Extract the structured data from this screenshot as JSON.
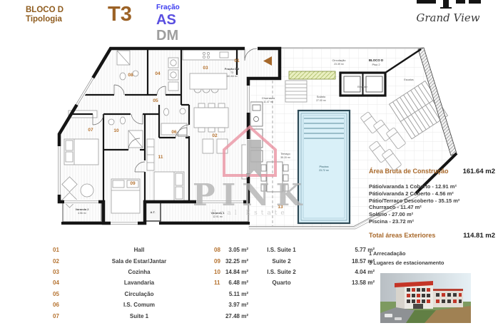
{
  "header": {
    "block": "BLOCO D",
    "tipologia": "Tipologia",
    "typology": "T3",
    "fracao_label": "Fração",
    "fracao_code": "AS",
    "fracao_code2": "DM"
  },
  "brand": {
    "script": "Grand View"
  },
  "watermark": {
    "name": "PINK",
    "subtitle": "Real Estate"
  },
  "plan": {
    "labels": {
      "fracao_line1": "Fração DM",
      "fracao_line2": "T3",
      "fracao_line3": "161.64 m²",
      "circulacao": "Circulação",
      "circulacao_area": "23.39 m²",
      "bloco": "BLOCO D",
      "piso": "Piso 2",
      "elevador": "Elevador",
      "escadas": "Escadas",
      "churrasco": "Churrasco",
      "churrasco_area": "11.47 m²",
      "solario": "Solário",
      "solario_area": "27.00 m²",
      "terraco": "Terraço",
      "terraco_area": "35.15 m²",
      "piscina": "Piscina",
      "piscina_area": "23.72 m²",
      "varanda1": "Varanda 1",
      "varanda1_area": "12.91 m²",
      "varanda2": "Varanda 2",
      "varanda2_area": "4.56 m²",
      "at": "A.T.",
      "marker13": "13"
    },
    "room_numbers": {
      "r01": "01",
      "r02": "02",
      "r03": "03",
      "r04": "04",
      "r05": "05",
      "r06": "06",
      "r07": "07",
      "r08": "08",
      "r09": "09",
      "r10": "10",
      "r11": "11"
    }
  },
  "rooms": [
    {
      "num": "01",
      "name": "Hall",
      "area": "3.05 m²"
    },
    {
      "num": "02",
      "name": "Sala de Estar/Jantar",
      "area": "32.25 m²"
    },
    {
      "num": "03",
      "name": "Cozinha",
      "area": "14.84 m²"
    },
    {
      "num": "04",
      "name": "Lavandaria",
      "area": "6.48 m²"
    },
    {
      "num": "05",
      "name": "Circulação",
      "area": "5.11 m²"
    },
    {
      "num": "06",
      "name": "I.S. Comum",
      "area": "3.97 m²"
    },
    {
      "num": "07",
      "name": "Suite 1",
      "area": "27.48 m²"
    },
    {
      "num": "08",
      "name": "I.S. Suite 1",
      "area": "5.77 m²"
    },
    {
      "num": "09",
      "name": "Suite 2",
      "area": "18.57 m²"
    },
    {
      "num": "10",
      "name": "I.S. Suite 2",
      "area": "4.04 m²"
    },
    {
      "num": "11",
      "name": "Quarto",
      "area": "13.58 m²"
    }
  ],
  "summary": {
    "gross_label": "Área Bruta de Construção",
    "gross_value": "161.64 m2",
    "items": [
      "Pátio/varanda 1 Coberto - 12.91 m²",
      "Pátio/varanda 2 Coberto - 4.56 m²",
      "Pátio/Terraço Descoberto - 35.15 m²",
      "Churrasco - 11.47 m²",
      "Solário - 27.00 m²",
      "Piscina - 23.72 m²"
    ],
    "total_label": "Total áreas Exteriores",
    "total_value": "114.81 m2"
  },
  "extras": {
    "storage": "1 Arrecadação",
    "parking": "3 Lugares de estacionamento"
  },
  "colors": {
    "accent_brown": "#a8682a",
    "number_brown": "#b5722f",
    "fracao_blue": "#3c3cf0",
    "as_purple": "#5a4fe0",
    "dm_gray": "#9e9e9e",
    "pool_fill": "#d9f0f8",
    "watermark_pink": "#ea93a2",
    "wall_black": "#151515"
  }
}
